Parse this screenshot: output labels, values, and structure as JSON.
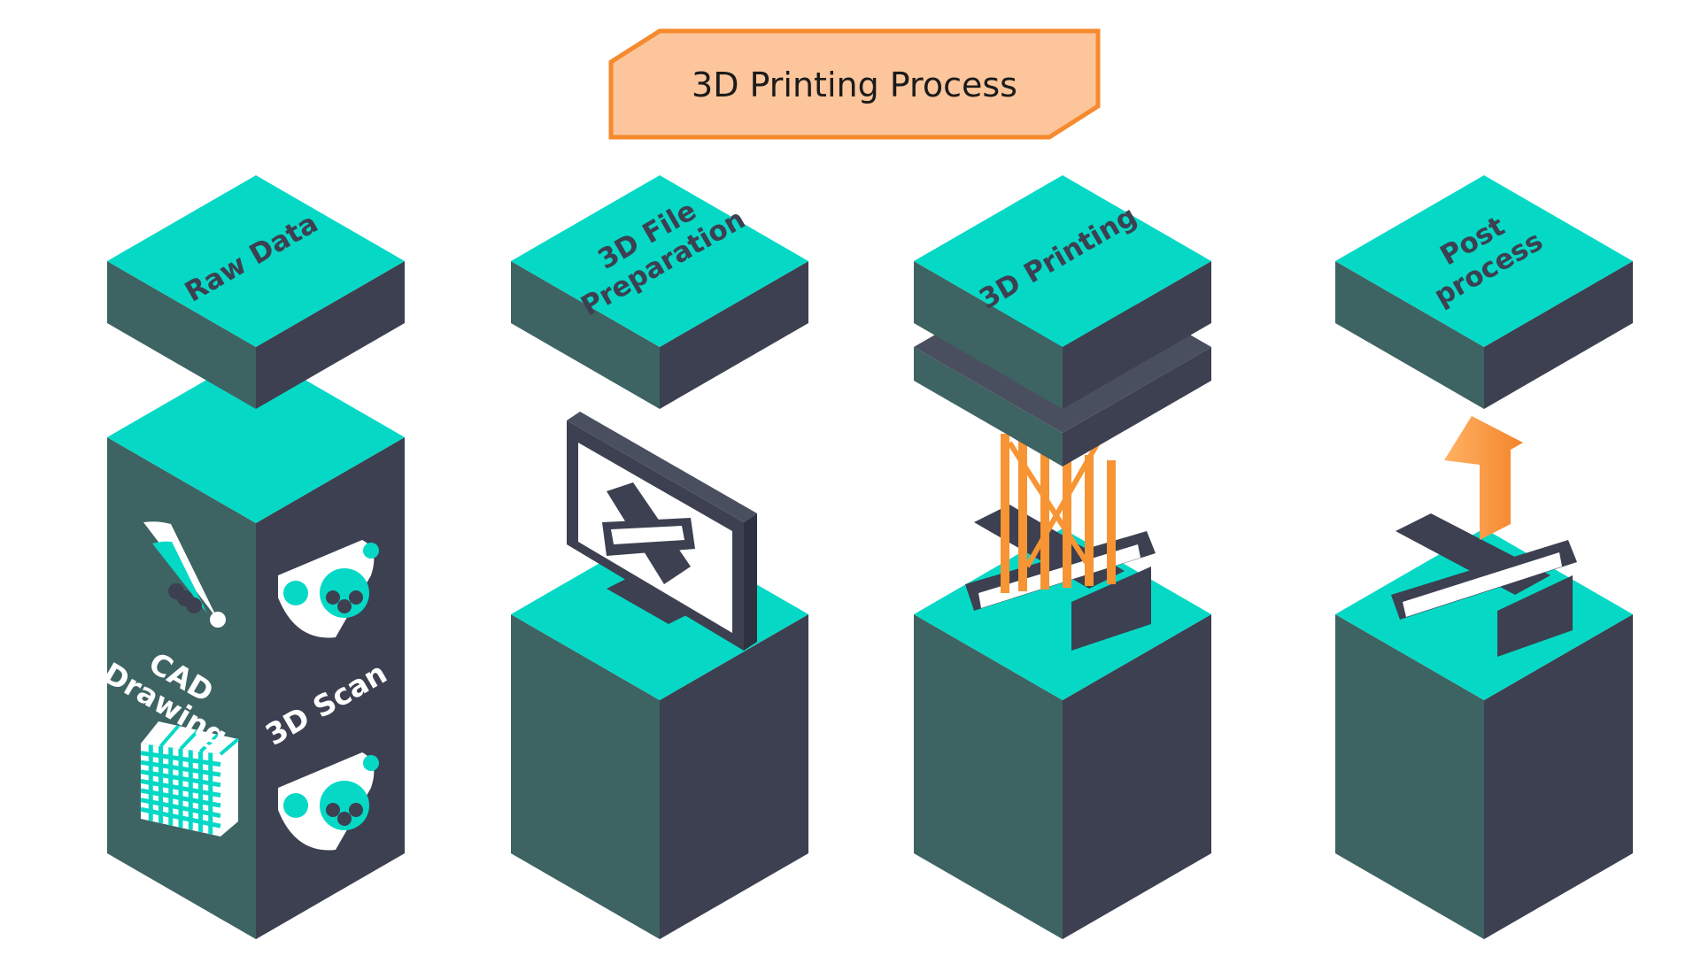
{
  "title": "3D Printing Process",
  "stages": [
    {
      "label": "Raw Data"
    },
    {
      "label_line1": "3D File",
      "label_line2": "Preparation"
    },
    {
      "label": "3D Printing"
    },
    {
      "label_line1": "Post",
      "label_line2": "process"
    }
  ],
  "raw_data_side_labels": {
    "cad_line1": "CAD",
    "cad_line2": "Drawing",
    "scan": "3D Scan"
  },
  "colors": {
    "top_face": "#05d9c6",
    "left_face": "#3e6363",
    "right_face": "#3c4050",
    "banner_fill": "#fcc59b",
    "banner_stroke": "#f58a2e",
    "accent_orange": "#f79433",
    "label_text": "#3c4050"
  }
}
